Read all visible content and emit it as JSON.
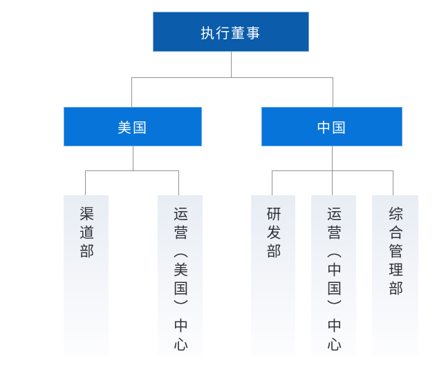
{
  "org_chart": {
    "root": {
      "label": "执行董事"
    },
    "branches": [
      {
        "label": "美国",
        "children": [
          {
            "label": "渠道部"
          },
          {
            "label": "运营（美国）中心"
          }
        ]
      },
      {
        "label": "中国",
        "children": [
          {
            "label": "研发部"
          },
          {
            "label": "运营（中国）中心"
          },
          {
            "label": "综合管理部"
          }
        ]
      }
    ]
  },
  "colors": {
    "page_bg": "#ffffff",
    "root_fill": "#0b5cab",
    "root_border": "#7fa9d9",
    "branch_fill": "#0774d9",
    "branch_border": "#66a7e8",
    "node_text": "#ffffff",
    "connector": "#8f9193",
    "leaf_bg_top": "#e8edf4",
    "leaf_bg_bottom": "#fdfdfe",
    "leaf_text": "#2e3237"
  }
}
